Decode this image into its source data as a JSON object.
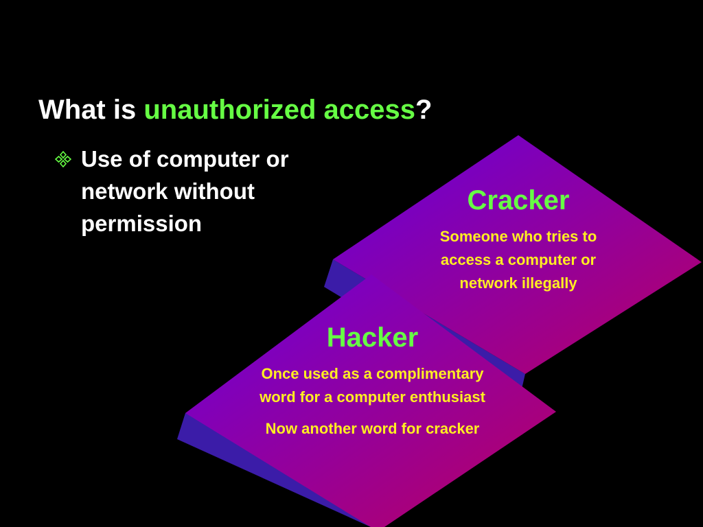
{
  "slide": {
    "title_prefix": "What is ",
    "title_highlight": "unauthorized access",
    "title_suffix": "?",
    "bullet": "Use of computer or network without permission"
  },
  "cards": {
    "cracker": {
      "title": "Cracker",
      "body": "Someone who tries to access a computer or network illegally"
    },
    "hacker": {
      "title": "Hacker",
      "body_1": "Once used as a complimentary word for a computer enthusiast",
      "body_2": "Now another word for cracker"
    }
  },
  "colors": {
    "background": "#000000",
    "title_text": "#ffffff",
    "highlight_green": "#66ff44",
    "card_body_yellow": "#ffee22",
    "card_gradient_start": "#6a00d0",
    "card_gradient_end": "#b8006a",
    "card_bevel": "#3a1a9a"
  },
  "icons": {
    "bullet": "four-diamond-bullet-icon"
  }
}
